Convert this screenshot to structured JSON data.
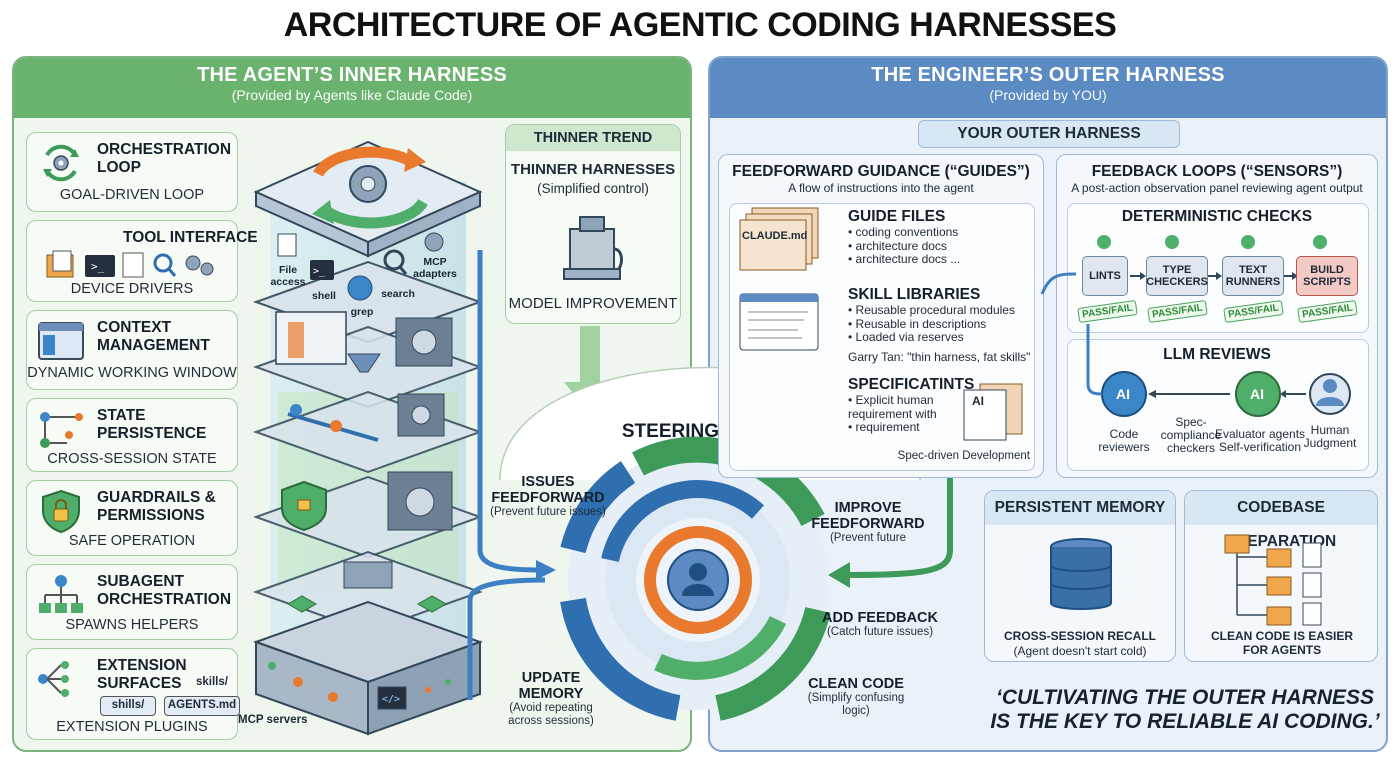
{
  "title": "ARCHITECTURE OF AGENTIC CODING HARNESSES",
  "inner": {
    "heading": "THE AGENT’S INNER HARNESS",
    "subheading": "(Provided by Agents like Claude Code)",
    "cards": [
      {
        "title": "ORCHESTRATION LOOP",
        "sub": "GOAL-DRIVEN LOOP"
      },
      {
        "title": "TOOL INTERFACE",
        "sub": "DEVICE DRIVERS"
      },
      {
        "title": "CONTEXT MANAGEMENT",
        "sub": "DYNAMIC WORKING WINDOW"
      },
      {
        "title": "STATE PERSISTENCE",
        "sub": "CROSS-SESSION STATE"
      },
      {
        "title": "GUARDRAILS & PERMISSIONS",
        "sub": "SAFE OPERATION"
      },
      {
        "title": "SUBAGENT ORCHESTRATION",
        "sub": "SPAWNS HELPERS"
      },
      {
        "title": "EXTENSION SURFACES",
        "sub": "EXTENSION PLUGINS"
      }
    ],
    "ext_tags": {
      "skills1": "skills/",
      "skills2": "shills/",
      "agents": "AGENTS.md",
      "mcp": "MCP servers"
    },
    "tools": {
      "file": "File access",
      "shell": "shell",
      "grep": "grep",
      "search": "search",
      "mcp": "MCP adapters"
    },
    "trend": {
      "header": "THINNER TREND",
      "title": "THINNER HARNESSES",
      "sub": "(Simplified control)",
      "bottom": "MODEL IMPROVEMENT"
    }
  },
  "steering": {
    "title": "STEERING LOOP",
    "issues": {
      "t": "ISSUES FEEDFORWARD",
      "s": "(Prevent future issues)"
    },
    "update": {
      "t": "UPDATE MEMORY",
      "s": "(Avoid repeating across sessions)"
    },
    "improve": {
      "t": "IMPROVE FEEDFORWARD",
      "s": "(Prevent future"
    },
    "add": {
      "t": "ADD FEEDBACK",
      "s": "(Catch future issues)"
    },
    "clean": {
      "t": "CLEAN CODE",
      "s": "(Simplify confusing logic)"
    }
  },
  "outer": {
    "heading": "THE ENGINEER’S OUTER HARNESS",
    "subheading": "(Provided by YOU)",
    "your": "YOUR OUTER HARNESS",
    "guides": {
      "title": "FEEDFORWARD GUIDANCE (“GUIDES”)",
      "sub": "A flow of instructions into the agent",
      "claude": "CLAUDE.md",
      "guide_files": {
        "t": "GUIDE FILES",
        "items": [
          "coding conventions",
          "architecture docs",
          "architecture docs ..."
        ]
      },
      "skill": {
        "t": "SKILL LIBRARIES",
        "items": [
          "Reusable procedural modules",
          "Reusable in descriptions",
          "Loaded via reserves"
        ],
        "quote": "Garry Tan: \"thin harness, fat skills\""
      },
      "spec": {
        "t": "SPECIFICATINTS",
        "items": [
          "Explicit human requirement with",
          "requirement"
        ],
        "ai": "AI",
        "foot": "Spec-driven Development"
      }
    },
    "sensors": {
      "title": "FEEDBACK LOOPS (“SENSORS”)",
      "sub": "A post-action observation panel reviewing agent output",
      "det": "DETERMINISTIC CHECKS",
      "checks": [
        "LINTS",
        "TYPE CHECKERS",
        "TEXT RUNNERS",
        "BUILD SCRIPTS"
      ],
      "passfail": "PASS/FAIL",
      "llm": "LLM REVIEWS",
      "code_rev": "Code reviewers",
      "spec_comp": "Spec-compliance checkers",
      "eval": "Evaluator agents Self-verification",
      "human": "Human Judgment",
      "ai": "AI"
    },
    "memory": {
      "title": "PERSISTENT MEMORY",
      "t": "CROSS-SESSION RECALL",
      "s": "(Agent doesn't start cold)"
    },
    "codebase": {
      "title": "CODEBASE PREPARATION",
      "t": "CLEAN CODE IS EASIER FOR AGENTS"
    },
    "quote": "‘CULTIVATING THE OUTER HARNESS IS THE KEY TO RELIABLE AI CODING.’"
  },
  "colors": {
    "inner": "#6ab36f",
    "outer": "#5b8bc2",
    "green": "#4fae6a",
    "blue": "#2f6fb0",
    "orange": "#e8792d"
  }
}
